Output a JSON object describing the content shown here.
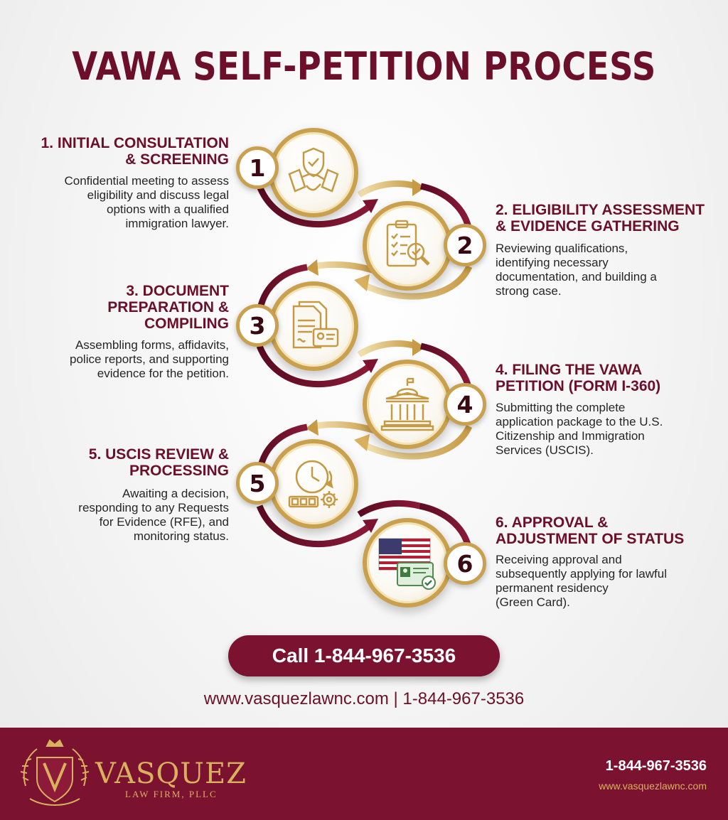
{
  "title": "VAWA SELF-PETITION PROCESS",
  "steps": [
    {
      "number": "1",
      "heading_line1": "1. INITIAL CONSULTATION",
      "heading_line2": "& SCREENING",
      "heading_line3": "",
      "desc": [
        "Confidential meeting to assess",
        "eligibility and discuss legal",
        "options with a qualified",
        "immigration lawyer."
      ],
      "icon": "handshake-shield-icon"
    },
    {
      "number": "2",
      "heading_line1": "2. ELIGIBILITY ASSESSMENT",
      "heading_line2": "& EVIDENCE GATHERING",
      "heading_line3": "",
      "desc": [
        "Reviewing qualifications,",
        "identifying necessary",
        "documentation, and building a",
        "strong case."
      ],
      "icon": "clipboard-magnifier-icon"
    },
    {
      "number": "3",
      "heading_line1": "3. DOCUMENT",
      "heading_line2": "PREPARATION &",
      "heading_line3": "COMPILING",
      "desc": [
        "Assembling forms, affidavits,",
        "police reports, and supporting",
        "evidence for the petition."
      ],
      "icon": "documents-id-card-icon"
    },
    {
      "number": "4",
      "heading_line1": "4. FILING THE VAWA",
      "heading_line2": "PETITION (FORM I-360)",
      "heading_line3": "",
      "desc": [
        "Submitting the complete",
        "application package to the U.S.",
        "Citizenship and Immigration",
        "Services (USCIS)."
      ],
      "icon": "government-building-icon"
    },
    {
      "number": "5",
      "heading_line1": "5. USCIS REVIEW &",
      "heading_line2": "PROCESSING",
      "heading_line3": "",
      "desc": [
        "Awaiting a decision,",
        "responding to any Requests",
        "for Evidence (RFE), and",
        "monitoring status."
      ],
      "icon": "clock-gear-icon"
    },
    {
      "number": "6",
      "heading_line1": "6. APPROVAL &",
      "heading_line2": "ADJUSTMENT OF STATUS",
      "heading_line3": "",
      "desc": [
        "Receiving approval and",
        "subsequently applying for lawful",
        "permanent residency",
        "(Green Card)."
      ],
      "icon": "flag-green-card-icon"
    }
  ],
  "cta": {
    "label": "Call 1-844-967-3536"
  },
  "contact_line": "www.vasquezlawnc.com | 1-844-967-3536",
  "footer": {
    "brand_name": "VASQUEZ",
    "brand_sub": "LAW FIRM, PLLC",
    "phone": "1-844-967-3536",
    "website": "www.vasquezlawnc.com"
  },
  "colors": {
    "maroon": "#6b0f2a",
    "gold": "#c9a04e",
    "footer_bg": "#7b1230"
  }
}
